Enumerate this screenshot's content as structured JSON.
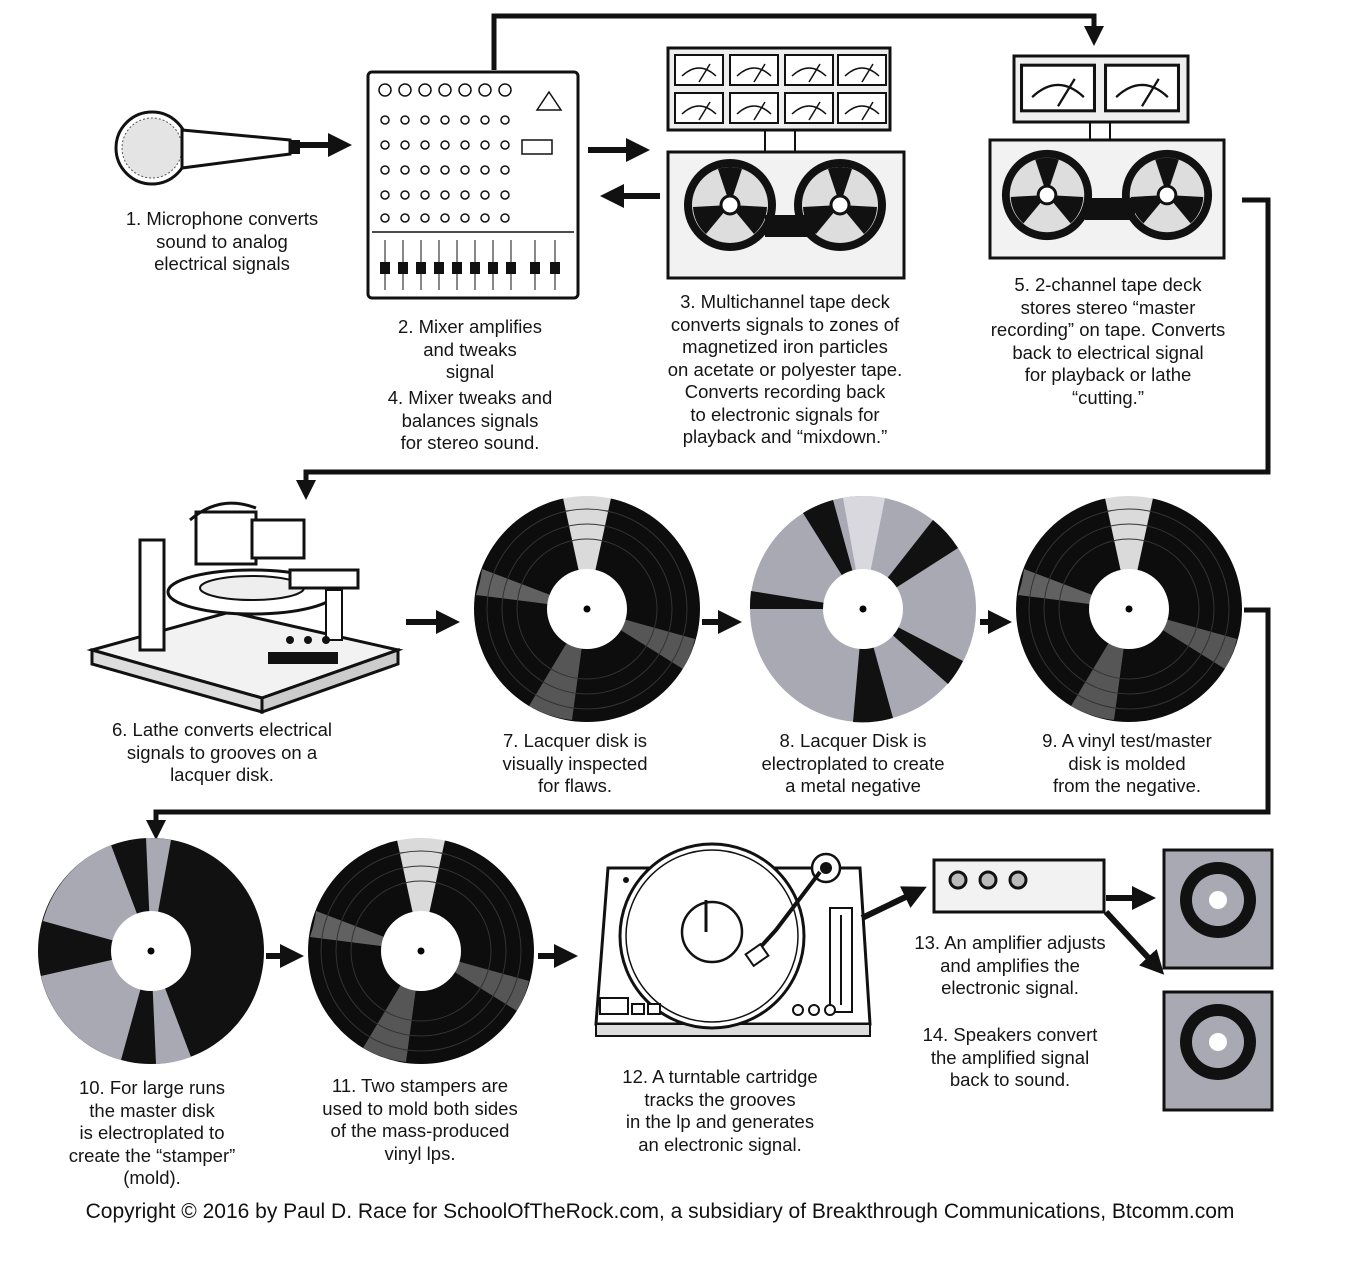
{
  "colors": {
    "ink": "#111111",
    "disk_gray": "#a9a9b4",
    "panel": "#f2f2f2",
    "meter": "#ffffff"
  },
  "steps": [
    {
      "id": "microphone",
      "icon": "microphone-icon",
      "caption": "1. Microphone converts\nsound to analog\nelectrical signals"
    },
    {
      "id": "mixer",
      "icon": "mixing-console-icon",
      "caption": "2. Mixer amplifies\nand tweaks\nsignal"
    },
    {
      "id": "mixer-stereo",
      "icon": "mixing-console-icon",
      "caption": "4. Mixer tweaks and\nbalances signals\nfor stereo sound."
    },
    {
      "id": "multichannel-deck",
      "icon": "multichannel-tape-deck-icon",
      "caption": "3. Multichannel tape deck\nconverts signals to zones of\nmagnetized iron particles\non acetate or polyester tape.\nConverts recording back\nto electronic signals for\nplayback and “mixdown.”"
    },
    {
      "id": "two-channel-deck",
      "icon": "two-channel-tape-deck-icon",
      "caption": "5. 2-channel tape deck\nstores stereo “master\nrecording” on tape. Converts\nback to electrical signal\nfor playback or lathe\n“cutting.”"
    },
    {
      "id": "lathe",
      "icon": "cutting-lathe-icon",
      "caption": "6. Lathe converts electrical\nsignals to grooves on a\nlacquer disk."
    },
    {
      "id": "lacquer-inspected",
      "icon": "lacquer-disk-icon",
      "caption": "7. Lacquer disk is\nvisually inspected\nfor flaws."
    },
    {
      "id": "electroplated",
      "icon": "metal-negative-disk-icon",
      "caption": "8. Lacquer Disk is\nelectroplated to create\na metal negative"
    },
    {
      "id": "test-master",
      "icon": "vinyl-test-disk-icon",
      "caption": "9. A vinyl test/master\ndisk is molded\nfrom the negative."
    },
    {
      "id": "stamper",
      "icon": "stamper-disk-icon",
      "caption": "10. For large runs\nthe master disk\nis electroplated to\ncreate the “stamper”\n(mold)."
    },
    {
      "id": "stampers-mold",
      "icon": "vinyl-lp-icon",
      "caption": "11. Two stampers are\nused to mold both sides\nof the mass-produced\nvinyl lps."
    },
    {
      "id": "turntable",
      "icon": "turntable-icon",
      "caption": "12. A turntable cartridge\ntracks the grooves\nin the lp and generates\nan electronic signal."
    },
    {
      "id": "amplifier",
      "icon": "amplifier-icon",
      "caption": "13. An amplifier adjusts\nand amplifies the\nelectronic signal."
    },
    {
      "id": "speakers",
      "icon": "speaker-icon",
      "caption": "14. Speakers convert\nthe amplified signal\nback to sound."
    }
  ],
  "copyright": "Copyright © 2016 by Paul D. Race for SchoolOfTheRock.com, a subsidiary of Breakthrough Communications, Btcomm.com"
}
